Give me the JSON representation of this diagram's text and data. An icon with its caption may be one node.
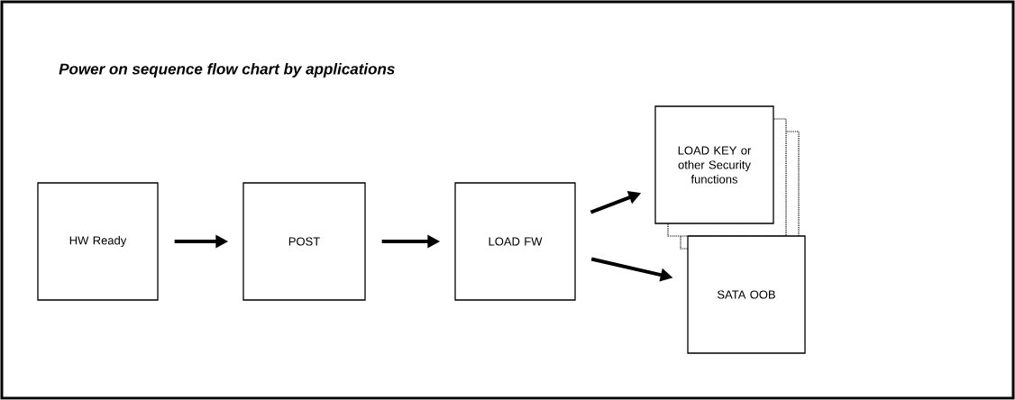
{
  "diagram": {
    "title": "Power on sequence flow chart by applications",
    "nodes": [
      {
        "text": [
          "HW Ready"
        ]
      },
      {
        "text": [
          "POST"
        ]
      },
      {
        "text": [
          "LOAD FW"
        ]
      },
      {
        "text": [
          "LOAD KEY or other Security functions"
        ]
      },
      {
        "text": [
          "SATA OOB"
        ]
      }
    ],
    "edges": [
      {
        "from": 0,
        "to": 1,
        "arrow": "to"
      },
      {
        "from": 1,
        "to": 2,
        "arrow": "to"
      },
      {
        "from": 2,
        "to": 3,
        "arrow": "to"
      },
      {
        "from": 2,
        "to": 4,
        "arrow": "to"
      }
    ]
  }
}
